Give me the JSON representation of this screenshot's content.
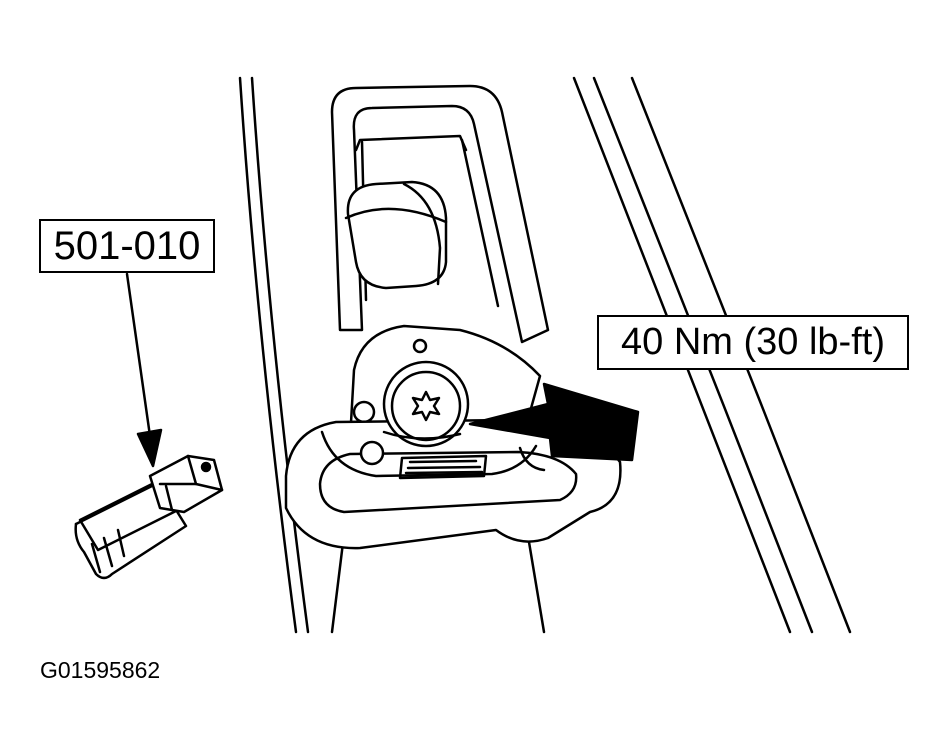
{
  "callouts": {
    "tool": "501-010",
    "torque": "40 Nm (30 lb-ft)"
  },
  "figure_id": "G01595862",
  "icons": [
    "torx-bit-socket-icon",
    "torx-bolt-icon",
    "arrow-icon"
  ],
  "colors": {
    "line": "#000000",
    "background": "#ffffff"
  }
}
